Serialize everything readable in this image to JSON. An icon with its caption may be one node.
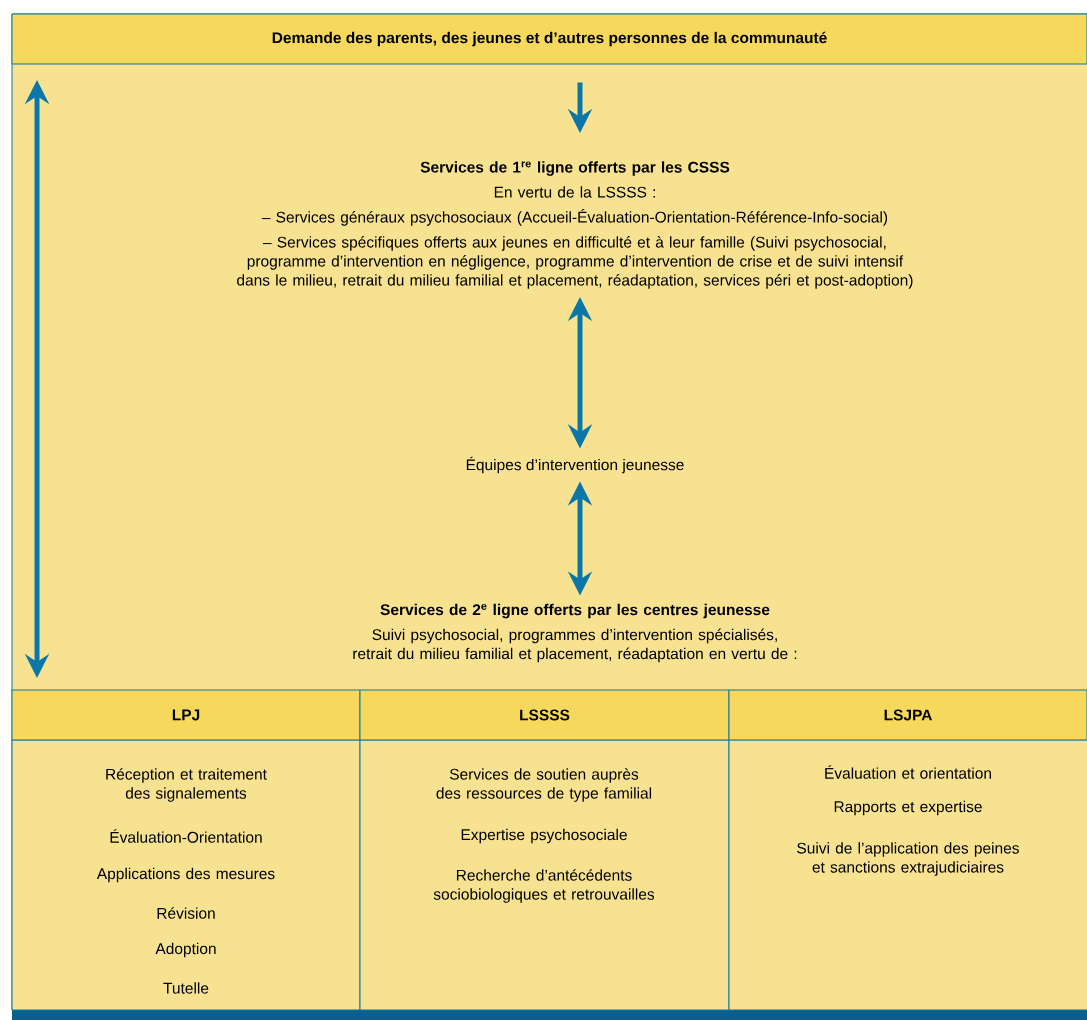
{
  "diagram": {
    "nodes": [
      {
        "text": [
          "Demande des parents, des jeunes et d’autres personnes de la communauté"
        ]
      },
      {
        "text": [
          "Services de 1$^{re}$ ligne offerts par les CSSS",
          "En vertu de la LSSSS :",
          "– Services généraux psychosociaux (Accueil-Évaluation-Orientation-Référence-Info-social)",
          "– Services spécifiques offerts aux jeunes en difficulté et à leur famille (Suivi psychosocial, programme d’intervention en négligence, programme d’intervention de crise et de suivi intensif dans le milieu, retrait du milieu familial et placement, réadaptation, services péri et post-adoption)"
        ]
      },
      {
        "text": [
          "Équipes d’intervention jeunesse"
        ]
      },
      {
        "text": [
          "Services de 2$^{e}$ ligne offerts par les centres jeunesse",
          "Suivi psychosocial, programmes d’intervention spécialisés, retrait du milieu familial et placement, réadaptation en vertu de :"
        ]
      }
    ],
    "edges": [
      {
        "from": 0,
        "to": 1,
        "arrow": "to"
      },
      {
        "from": 1,
        "to": 2,
        "arrow": "both"
      },
      {
        "from": 2,
        "to": 3,
        "arrow": "both"
      }
    ],
    "labels": [
      "LPJ",
      "LSSSS",
      "LSJPA",
      "Réception et traitement des signalements",
      "Évaluation-Orientation",
      "Applications des mesures",
      "Révision",
      "Adoption",
      "Tutelle",
      "Services de soutien auprès des ressources de type familial",
      "Expertise psychosociale",
      "Recherche d’antécédents sociobiologiques et retrouvailles",
      "Évaluation et orientation",
      "Rapports et expertise",
      "Suivi de l’application des peines et sanctions extrajudiciaires"
    ]
  }
}
